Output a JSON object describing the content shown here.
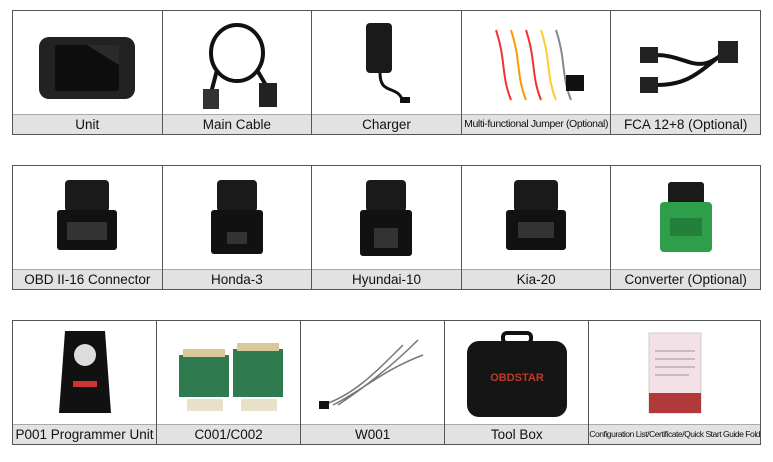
{
  "rows": [
    {
      "items": [
        {
          "label": "Unit",
          "icon": "tablet-icon"
        },
        {
          "label": "Main Cable",
          "icon": "cable-icon"
        },
        {
          "label": "Charger",
          "icon": "charger-icon"
        },
        {
          "label": "Multi-functional Jumper (Optional)",
          "icon": "jumper-icon"
        },
        {
          "label": "FCA 12+8 (Optional)",
          "icon": "fca-cable-icon"
        }
      ]
    },
    {
      "items": [
        {
          "label": "OBD II-16 Connector",
          "icon": "connector-icon"
        },
        {
          "label": "Honda-3",
          "icon": "connector-icon"
        },
        {
          "label": "Hyundai-10",
          "icon": "connector-icon"
        },
        {
          "label": "Kia-20",
          "icon": "connector-icon"
        },
        {
          "label": "Converter (Optional)",
          "icon": "converter-icon"
        }
      ]
    },
    {
      "items": [
        {
          "label": "P001 Programmer Unit",
          "icon": "programmer-icon"
        },
        {
          "label": "C001/C002",
          "icon": "circuit-board-icon"
        },
        {
          "label": "W001",
          "icon": "wire-harness-icon"
        },
        {
          "label": "Tool Box",
          "icon": "toolbox-icon"
        },
        {
          "label": "Configuration List/Certificate/Quick Start Guide Fold",
          "icon": "document-icon"
        }
      ]
    }
  ],
  "brand": "OBDSTAR",
  "colors": {
    "label_bg": "#e2e2e2",
    "border": "#555555",
    "converter": "#2e9e4a",
    "brand_red": "#c0392b"
  }
}
